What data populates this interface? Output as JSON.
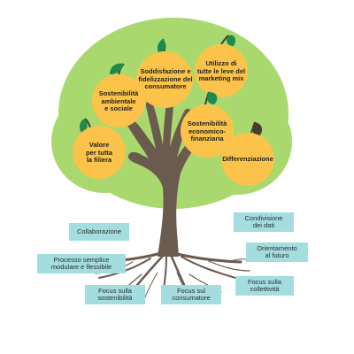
{
  "colors": {
    "canopy": "#a9d96e",
    "canopy_inner": "#b6e07c",
    "fruit": "#fbc349",
    "fruit_edge": "#f4ad2c",
    "leaf": "#1e8a4c",
    "stem": "#4a3b31",
    "trunk": "#6b5a4e",
    "root": "#6b5a4e",
    "box": "#a4dde0",
    "text": "#1f1f1f"
  },
  "fruits": [
    {
      "id": "sostenibilita-ambientale",
      "label": "Sostenibilità\nambientale\ne sociale"
    },
    {
      "id": "soddisfazione",
      "label": "Soddisfazione e\nfidelizzazione del\nconsumatore"
    },
    {
      "id": "leve-marketing",
      "label": "Utilizzo di\ntutte le leve del\nmarketing mix"
    },
    {
      "id": "sostenibilita-economica",
      "label": "Sostenibilità\neconomico-\nfinanziaria"
    },
    {
      "id": "valore-filiera",
      "label": "Valore\nper tutta\nla filiera"
    },
    {
      "id": "differenziazione",
      "label": "Differenziazione"
    }
  ],
  "roots": [
    {
      "id": "collaborazione",
      "label": "Collaborazione"
    },
    {
      "id": "processo-semplice",
      "label": "Processo semplice\nmodulare e flessibile"
    },
    {
      "id": "focus-sostenibilita",
      "label": "Focus sulla\nsostenibilità"
    },
    {
      "id": "focus-consumatore",
      "label": "Focus sul\nconsumatore"
    },
    {
      "id": "condivisione-dati",
      "label": "Condivisione\ndei dati"
    },
    {
      "id": "orientamento-futuro",
      "label": "Orientamento\nal futuro"
    },
    {
      "id": "focus-collettivita",
      "label": "Focus sulla\ncollettività"
    }
  ]
}
